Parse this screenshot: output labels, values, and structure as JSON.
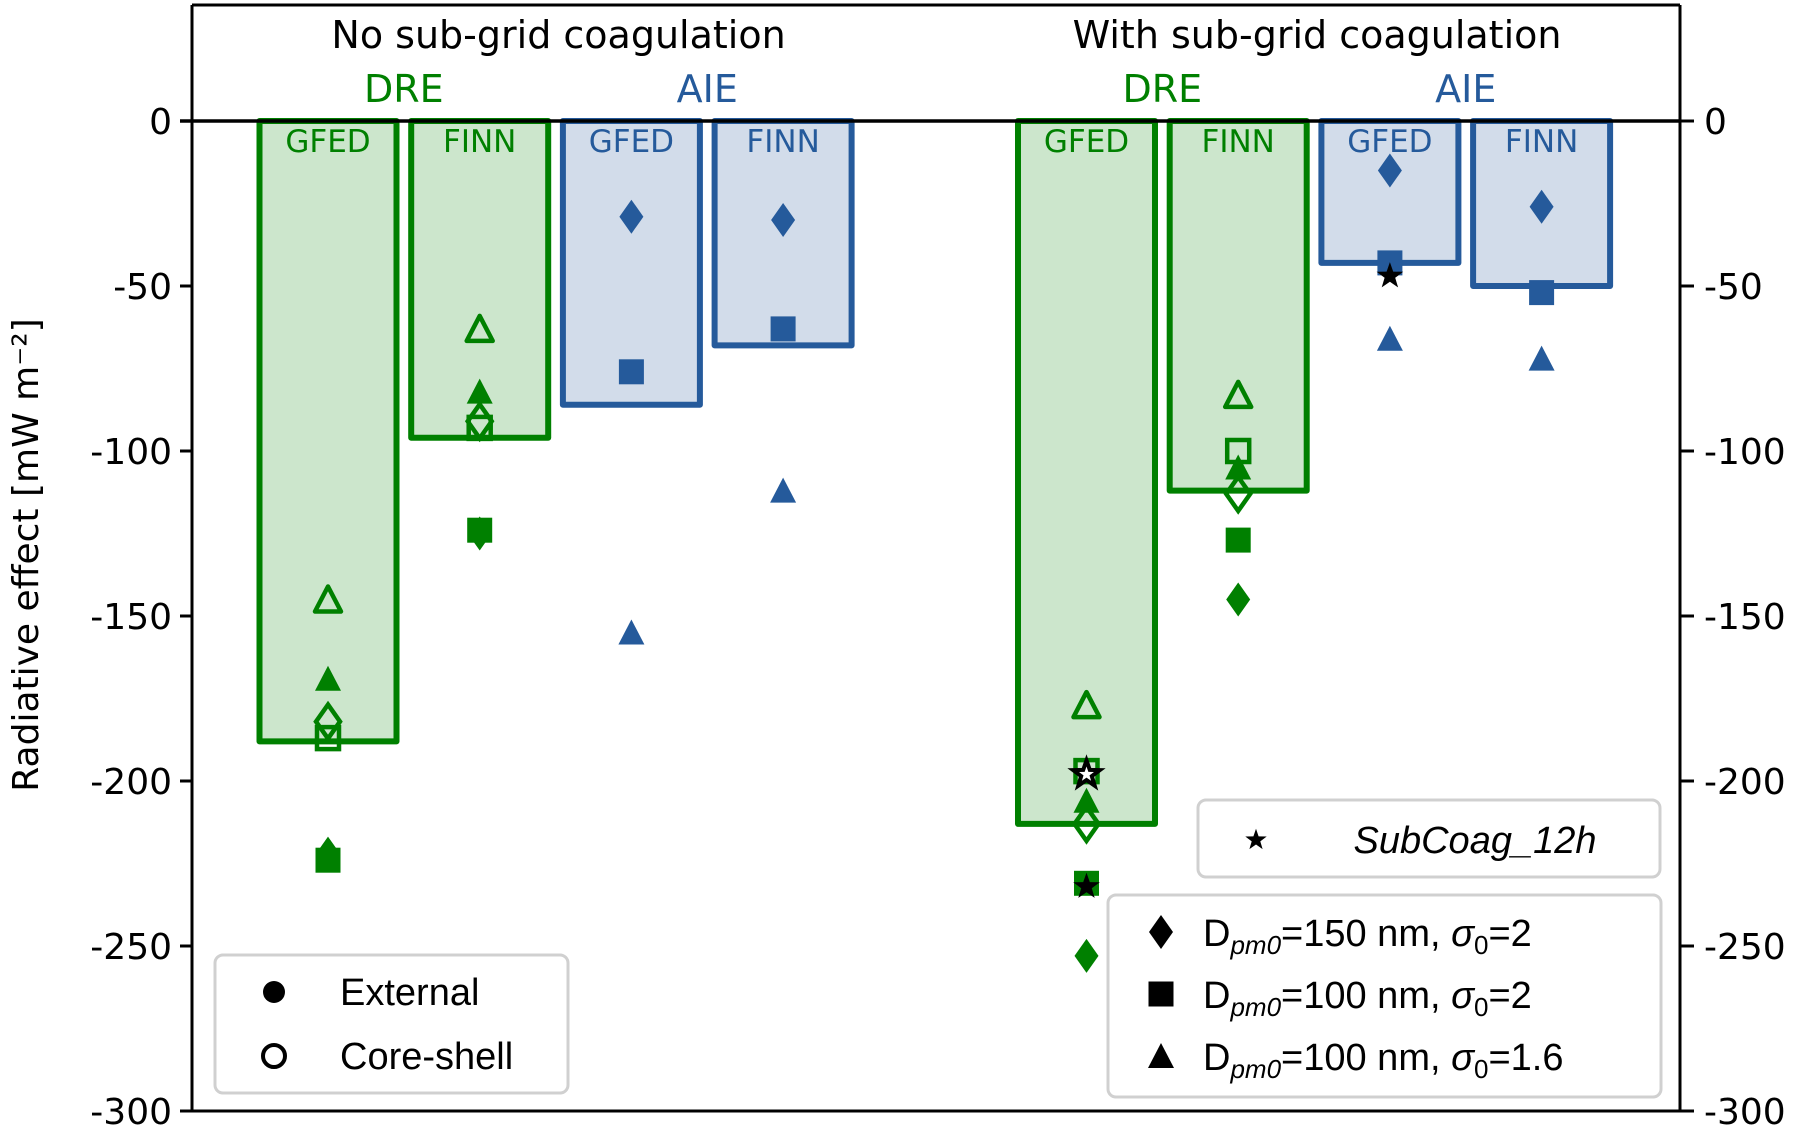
{
  "chart_data": {
    "type": "bar",
    "ylabel": "Radiative effect [mW m⁻²]",
    "ylim": [
      -300,
      35
    ],
    "yticks": [
      0,
      -50,
      -100,
      -150,
      -200,
      -250,
      -300
    ],
    "ytick_labels": [
      "0",
      "-50",
      "-100",
      "-150",
      "-200",
      "-250",
      "-300"
    ],
    "right_axis_mirrored": true,
    "zero_line": true,
    "grid": false,
    "colors": {
      "DRE": "#008000",
      "DRE_fill": "#cce6cc",
      "AIE": "#255a9b",
      "AIE_fill": "#d2dcea",
      "star": "#000000"
    },
    "groups": [
      {
        "title": "No sub-grid coagulation",
        "metrics": [
          {
            "name": "DRE",
            "bars": [
              {
                "label": "GFED",
                "value": -188,
                "markers": {
                  "diamond_filled": -222,
                  "square_filled": -224,
                  "triangle_filled": -169,
                  "diamond_open": -182,
                  "square_open": -187,
                  "triangle_open": -145
                }
              },
              {
                "label": "FINN",
                "value": -96,
                "markers": {
                  "diamond_filled": -125,
                  "square_filled": -124,
                  "triangle_filled": -82,
                  "diamond_open": -91,
                  "square_open": -93,
                  "triangle_open": -63
                }
              }
            ]
          },
          {
            "name": "AIE",
            "bars": [
              {
                "label": "GFED",
                "value": -86,
                "markers": {
                  "diamond_filled": -29,
                  "square_filled": -76,
                  "triangle_filled": -155
                }
              },
              {
                "label": "FINN",
                "value": -68,
                "markers": {
                  "diamond_filled": -30,
                  "square_filled": -63,
                  "triangle_filled": -112
                }
              }
            ]
          }
        ]
      },
      {
        "title": "With sub-grid coagulation",
        "metrics": [
          {
            "name": "DRE",
            "bars": [
              {
                "label": "GFED",
                "value": -213,
                "markers": {
                  "diamond_filled": -253,
                  "square_filled": -231,
                  "triangle_filled": -206,
                  "diamond_open": -213,
                  "square_open": -197,
                  "triangle_open": -177,
                  "star_filled": -232,
                  "star_open": -198
                }
              },
              {
                "label": "FINN",
                "value": -112,
                "markers": {
                  "diamond_filled": -145,
                  "square_filled": -127,
                  "triangle_filled": -105,
                  "diamond_open": -113,
                  "square_open": -100,
                  "triangle_open": -83
                }
              }
            ]
          },
          {
            "name": "AIE",
            "bars": [
              {
                "label": "GFED",
                "value": -43,
                "markers": {
                  "diamond_filled": -15,
                  "square_filled": -43,
                  "triangle_filled": -66,
                  "star_filled": -47
                }
              },
              {
                "label": "FINN",
                "value": -50,
                "markers": {
                  "diamond_filled": -26,
                  "square_filled": -52,
                  "triangle_filled": -72
                }
              }
            ]
          }
        ]
      }
    ],
    "legends": {
      "mixing": {
        "placement": "bottom-left",
        "entries": [
          {
            "marker": "circle-filled",
            "label": "External"
          },
          {
            "marker": "circle-open",
            "label": "Core-shell"
          }
        ]
      },
      "subcoag": {
        "placement": "lower-right",
        "entries": [
          {
            "marker": "star",
            "label": "SubCoag_12h"
          }
        ]
      },
      "size": {
        "placement": "bottom-right",
        "entries": [
          {
            "marker": "diamond",
            "label_main": "D",
            "label_sub": "pm0",
            "label_rest": "=150 nm, ",
            "sigma": "σ",
            "sigma_sub": "0",
            "sigma_val": "=2"
          },
          {
            "marker": "square",
            "label_main": "D",
            "label_sub": "pm0",
            "label_rest": "=100 nm, ",
            "sigma": "σ",
            "sigma_sub": "0",
            "sigma_val": "=2"
          },
          {
            "marker": "triangle",
            "label_main": "D",
            "label_sub": "pm0",
            "label_rest": "=100 nm, ",
            "sigma": "σ",
            "sigma_sub": "0",
            "sigma_val": "=1.6"
          }
        ]
      }
    }
  }
}
